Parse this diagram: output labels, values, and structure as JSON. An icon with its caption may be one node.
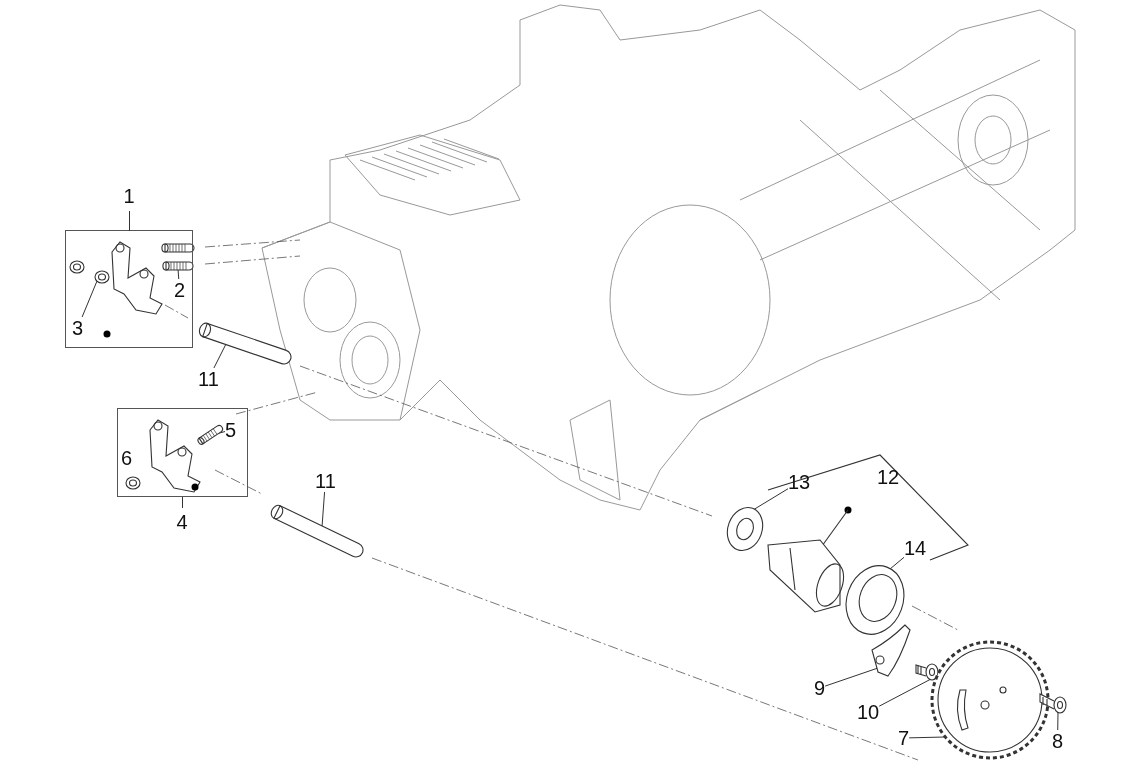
{
  "diagram": {
    "nodes": [
      {
        "text": [
          "1"
        ]
      },
      {
        "text": [
          "2"
        ],
        "in": 0
      },
      {
        "text": [
          "3"
        ],
        "in": 0
      },
      {
        "text": [
          "11"
        ]
      },
      {
        "text": [
          "4"
        ]
      },
      {
        "text": [
          "5"
        ],
        "in": 4
      },
      {
        "text": [
          "6"
        ],
        "in": 4
      },
      {
        "text": [
          "11"
        ]
      },
      {
        "text": [
          "13"
        ]
      },
      {
        "text": [
          "14"
        ]
      },
      {
        "text": [
          "9"
        ]
      },
      {
        "text": [
          "10"
        ]
      },
      {
        "text": [
          "7"
        ]
      },
      {
        "text": [
          "8"
        ]
      },
      {
        "text": [],
        "shape": "picture",
        "in": 0
      },
      {
        "text": [],
        "shape": "picture",
        "in": 0
      },
      {
        "text": [],
        "shape": "picture"
      },
      {
        "text": [],
        "shape": "picture",
        "in": 4
      },
      {
        "text": [],
        "shape": "picture"
      },
      {
        "text": [],
        "shape": "picture"
      },
      {
        "text": [],
        "shape": "picture"
      },
      {
        "text": [],
        "shape": "picture"
      },
      {
        "text": [],
        "shape": "picture"
      },
      {
        "text": [],
        "shape": "picture"
      },
      {
        "text": [],
        "shape": "picture"
      }
    ],
    "edges": [
      {
        "from": 1,
        "to": 14,
        "arrow": "none"
      },
      {
        "from": 2,
        "to": 15,
        "arrow": "none"
      },
      {
        "from": 3,
        "to": 16,
        "arrow": "none"
      },
      {
        "from": 5,
        "to": 17,
        "arrow": "none"
      },
      {
        "from": 7,
        "to": 18,
        "arrow": "none"
      },
      {
        "from": 8,
        "to": 19,
        "arrow": "none"
      },
      {
        "from": 9,
        "to": 20,
        "arrow": "none"
      },
      {
        "from": 10,
        "to": 21,
        "arrow": "none"
      },
      {
        "from": 11,
        "to": 22,
        "arrow": "none"
      },
      {
        "from": 12,
        "to": 23,
        "arrow": "none"
      },
      {
        "from": 13,
        "to": 24,
        "arrow": "none"
      }
    ],
    "labels": [
      "12"
    ]
  }
}
